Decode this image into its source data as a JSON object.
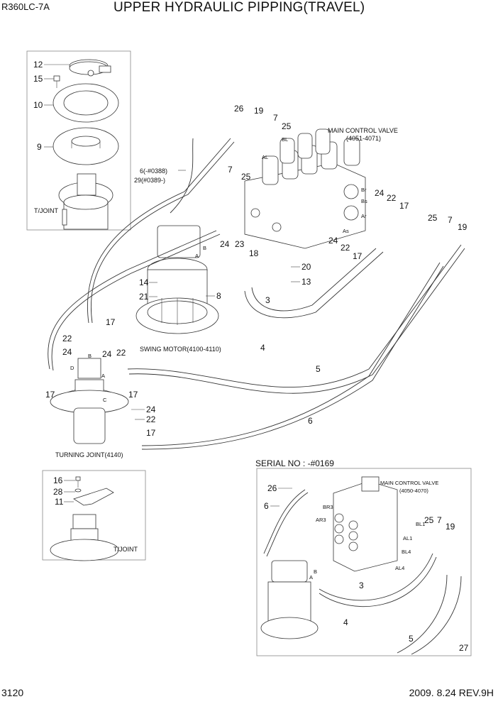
{
  "header": {
    "model": "R360LC-7A",
    "title": "UPPER HYDRAULIC PIPPING(TRAVEL)"
  },
  "footer": {
    "page_number": "3120",
    "revision": "2009. 8.24  REV.9H"
  },
  "inset_top_left": {
    "caption": "T/JOINT",
    "callouts": [
      "12",
      "15",
      "10",
      "9"
    ]
  },
  "main_diagram": {
    "main_control_valve": {
      "line1": "MAIN CONTROL VALVE",
      "line2": "(4051-4071)"
    },
    "swing_motor": "SWING MOTOR(4100-4110)",
    "turning_joint": "TURNING JOINT(4140)",
    "hose_6_29": {
      "line1": "6(-#0388)",
      "line2": "29(#0389-)"
    },
    "port_labels": [
      "BL",
      "AL",
      "Br",
      "Bs",
      "Ar",
      "As",
      "A",
      "B",
      "C",
      "D"
    ],
    "callouts": {
      "c26": "26",
      "c19a": "19",
      "c7a": "7",
      "c25a": "25",
      "c7b": "7",
      "c25b": "25",
      "c24a": "24",
      "c22a": "22",
      "c17a": "17",
      "c25c": "25",
      "c7c": "7",
      "c19b": "19",
      "c24b": "24",
      "c22b": "22",
      "c17b": "17",
      "c24c": "24",
      "c23": "23",
      "c18": "18",
      "c20": "20",
      "c13": "13",
      "c14": "14",
      "c21": "21",
      "c8": "8",
      "c3": "3",
      "c4": "4",
      "c17c": "17",
      "c22c": "22",
      "c24d": "24",
      "c24e": "24",
      "c22d": "22",
      "c17d": "17",
      "c17e": "17",
      "c24f": "24",
      "c22e": "22",
      "c17f": "17",
      "c5": "5",
      "c6": "6"
    }
  },
  "inset_bottom_left": {
    "caption": "T/JOINT",
    "callouts": [
      "16",
      "28",
      "11"
    ]
  },
  "inset_serial": {
    "serial_label": "SERIAL NO : -#0169",
    "main_control_valve": {
      "line1": "MAIN CONTROL VALVE",
      "line2": "(4050-4070)"
    },
    "port_labels": [
      "BR3",
      "AR3",
      "BL1",
      "AL1",
      "BL4",
      "AL4",
      "B",
      "A"
    ],
    "callouts": [
      "26",
      "6",
      "25",
      "7",
      "19",
      "3",
      "4",
      "5",
      "27"
    ]
  }
}
